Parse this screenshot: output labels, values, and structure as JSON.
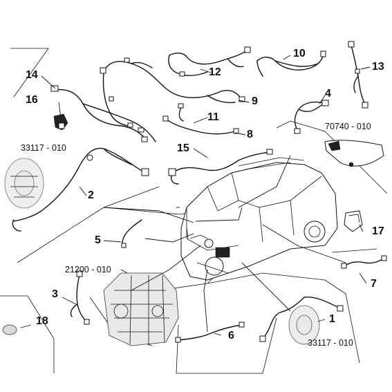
{
  "callouts": {
    "p1": "1",
    "p2": "2",
    "p3": "3",
    "p4": "4",
    "p5": "5",
    "p6": "6",
    "p7": "7",
    "p8": "8",
    "p9": "9",
    "p10": "10",
    "p11": "11",
    "p12": "12",
    "p13": "13",
    "p14": "14",
    "p15": "15",
    "p16": "16",
    "p17": "17",
    "p18": "18"
  },
  "references": {
    "ref_33117_top": "33117 - 010",
    "ref_70740": "70740 - 010",
    "ref_21200": "21200 - 010",
    "ref_33117_bottom": "33117 - 010"
  }
}
